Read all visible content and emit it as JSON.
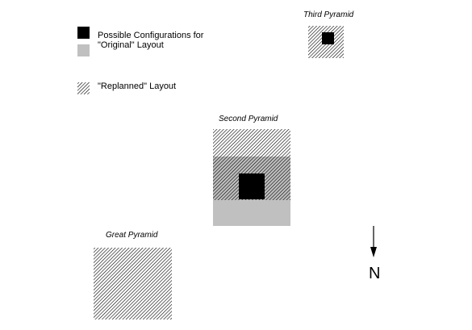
{
  "legend": {
    "possible_configurations_line1": "Possible Configurations for",
    "possible_configurations_line2": "\"Original\" Layout",
    "replanned_layout": "\"Replanned\" Layout",
    "colors": {
      "black": "#000000",
      "gray": "#c0c0c0",
      "hatch": "#000000"
    }
  },
  "pyramids": {
    "third": {
      "label": "Third Pyramid"
    },
    "second": {
      "label": "Second Pyramid"
    },
    "great": {
      "label": "Great Pyramid"
    }
  },
  "compass": {
    "label": "N"
  }
}
